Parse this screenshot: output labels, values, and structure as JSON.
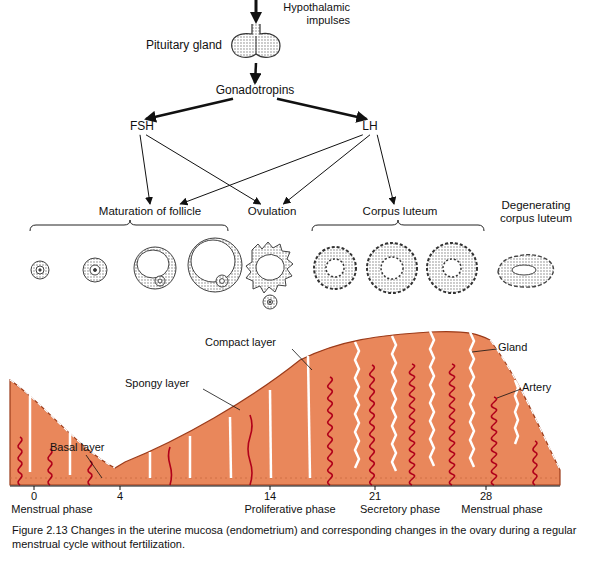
{
  "diagram": {
    "caption": "Figure 2.13 Changes in the uterine mucosa (endometrium) and corresponding changes in the ovary during a regular menstrual cycle without fertilization.",
    "nodes": [
      {
        "text": [
          "Pituitary gland"
        ]
      },
      {
        "text": [
          "Gonadotropins"
        ]
      },
      {
        "text": [
          "FSH"
        ]
      },
      {
        "text": [
          "LH"
        ]
      },
      {
        "text": [
          "Maturation of follicle"
        ]
      },
      {
        "text": [
          "Ovulation"
        ]
      },
      {
        "text": [
          "Corpus luteum"
        ]
      },
      {
        "text": [
          "Degenerating corpus luteum"
        ]
      }
    ],
    "edges": [
      {
        "from": 0,
        "to": 1,
        "arrow": "to"
      },
      {
        "from": 1,
        "to": 2,
        "arrow": "to"
      },
      {
        "from": 1,
        "to": 3,
        "arrow": "to"
      },
      {
        "from": 2,
        "to": 4,
        "arrow": "to"
      },
      {
        "from": 2,
        "to": 5,
        "arrow": "to"
      },
      {
        "from": 3,
        "to": 4,
        "arrow": "to"
      },
      {
        "from": 3,
        "to": 5,
        "arrow": "to"
      },
      {
        "from": 3,
        "to": 6,
        "arrow": "to"
      }
    ],
    "labels": [
      "Hypothalamic impulses",
      "Compact layer",
      "Spongy layer",
      "Basal layer",
      "Gland",
      "Artery",
      "0",
      "Menstrual phase",
      "4",
      "14",
      "Proliferative phase",
      "21",
      "Secretory phase",
      "28",
      "Menstrual phase"
    ]
  }
}
